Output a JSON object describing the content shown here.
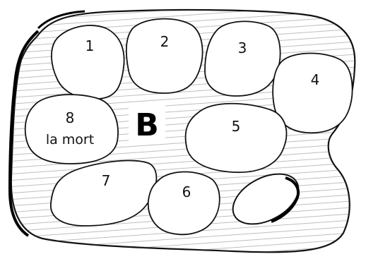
{
  "panel_letter": "B",
  "blobs": [
    {
      "id": "1",
      "label": "1"
    },
    {
      "id": "2",
      "label": "2"
    },
    {
      "id": "3",
      "label": "3"
    },
    {
      "id": "4",
      "label": "4"
    },
    {
      "id": "5",
      "label": "5"
    },
    {
      "id": "6",
      "label": "6"
    },
    {
      "id": "7",
      "label": "7"
    },
    {
      "id": "8",
      "label": "8",
      "sublabel": "la mort"
    }
  ],
  "colors": {
    "ink": "#111111",
    "paper": "#ffffff"
  }
}
